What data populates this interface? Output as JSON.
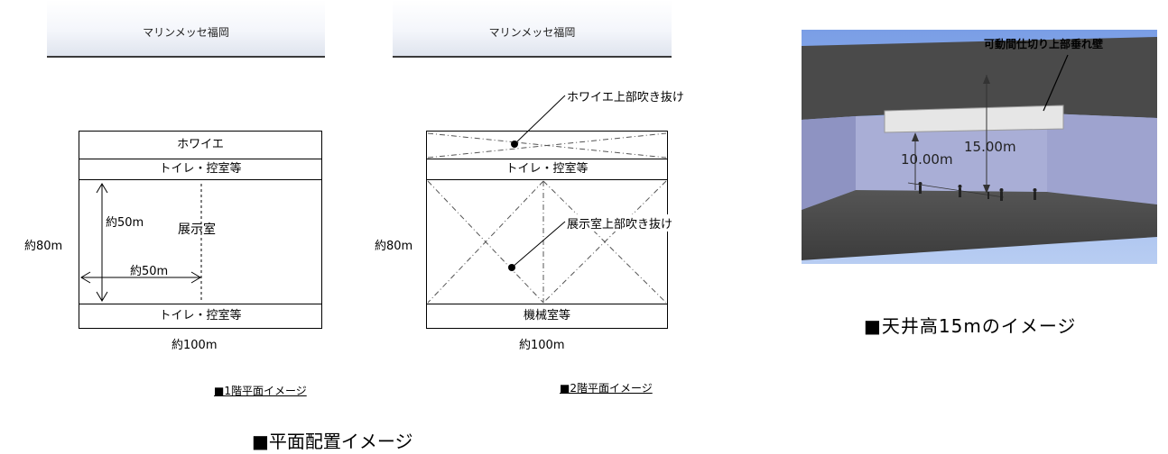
{
  "floor1": {
    "header": "マリンメッセ福岡",
    "foyer": "ホワイエ",
    "toilet_top": "トイレ・控室等",
    "toilet_bottom": "トイレ・控室等",
    "hall": "展示室",
    "depth_inner": "約50m",
    "width_inner": "約50m",
    "depth_total": "約80m",
    "width_total": "約100m",
    "caption": "■1階平面イメージ"
  },
  "floor2": {
    "header": "マリンメッセ福岡",
    "foyer_void": "ホワイエ上部吹き抜け",
    "toilet_top": "トイレ・控室等",
    "hall_void": "展示室上部吹き抜け",
    "machine_room": "機械室等",
    "depth_total": "約80m",
    "width_total": "約100m",
    "caption": "■2階平面イメージ"
  },
  "render3d": {
    "wall_label": "可動間仕切り上部垂れ壁",
    "height_low": "10.00m",
    "height_high": "15.00m",
    "caption": "■天井高15mのイメージ"
  },
  "main_caption": "■平面配置イメージ"
}
